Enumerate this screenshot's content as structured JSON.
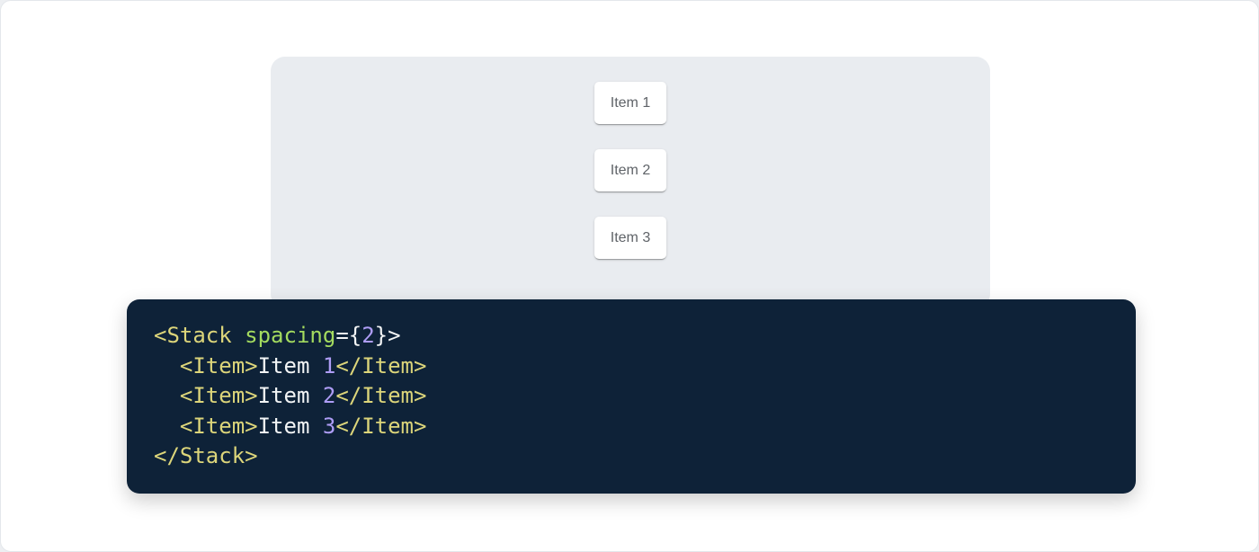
{
  "page": {
    "background": "#EDEFF2",
    "surface": "#FFFFFF",
    "border": "#E4E7EB"
  },
  "demo_panel": {
    "background": "#E9ECF0",
    "items": [
      {
        "label": "Item 1"
      },
      {
        "label": "Item 2"
      },
      {
        "label": "Item 3"
      }
    ]
  },
  "code_block": {
    "background": "#0E2238",
    "token_colors": {
      "tag": "#DCD57A",
      "attr_name": "#A4DB5F",
      "number": "#AE9DF6",
      "plain": "#F2F4F5"
    },
    "lines": [
      [
        {
          "text": "<Stack",
          "color": "tag"
        },
        {
          "text": " ",
          "color": "plain"
        },
        {
          "text": "spacing",
          "color": "attr_name"
        },
        {
          "text": "={",
          "color": "plain"
        },
        {
          "text": "2",
          "color": "number"
        },
        {
          "text": "}>",
          "color": "plain"
        }
      ],
      [
        {
          "text": "  ",
          "color": "plain"
        },
        {
          "text": "<Item>",
          "color": "tag"
        },
        {
          "text": "Item ",
          "color": "plain"
        },
        {
          "text": "1",
          "color": "number"
        },
        {
          "text": "</Item>",
          "color": "tag"
        }
      ],
      [
        {
          "text": "  ",
          "color": "plain"
        },
        {
          "text": "<Item>",
          "color": "tag"
        },
        {
          "text": "Item ",
          "color": "plain"
        },
        {
          "text": "2",
          "color": "number"
        },
        {
          "text": "</Item>",
          "color": "tag"
        }
      ],
      [
        {
          "text": "  ",
          "color": "plain"
        },
        {
          "text": "<Item>",
          "color": "tag"
        },
        {
          "text": "Item ",
          "color": "plain"
        },
        {
          "text": "3",
          "color": "number"
        },
        {
          "text": "</Item>",
          "color": "tag"
        }
      ],
      [
        {
          "text": "</Stack>",
          "color": "tag"
        }
      ]
    ]
  }
}
